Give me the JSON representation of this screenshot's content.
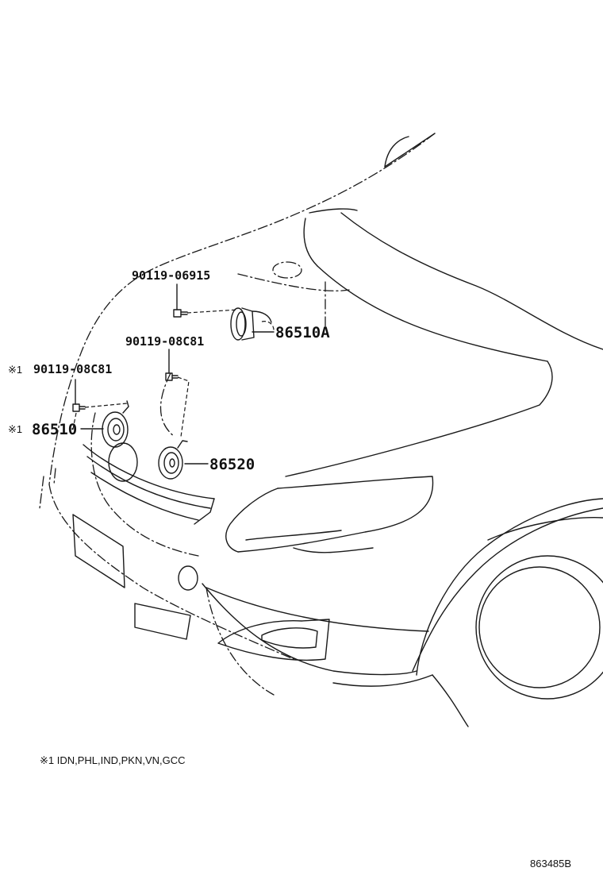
{
  "labels": {
    "bolt_upper": "90119-06915",
    "horn_upper": "86510A",
    "bolt_middle": "90119-08C81",
    "bolt_left": "90119-08C81",
    "bolt_left_mark": "※1",
    "horn_left": "86510",
    "horn_left_mark": "※1",
    "horn_low": "86520"
  },
  "footnote": "※1 IDN,PHL,IND,PKN,VN,GCC",
  "diagram_ref": "863485B"
}
